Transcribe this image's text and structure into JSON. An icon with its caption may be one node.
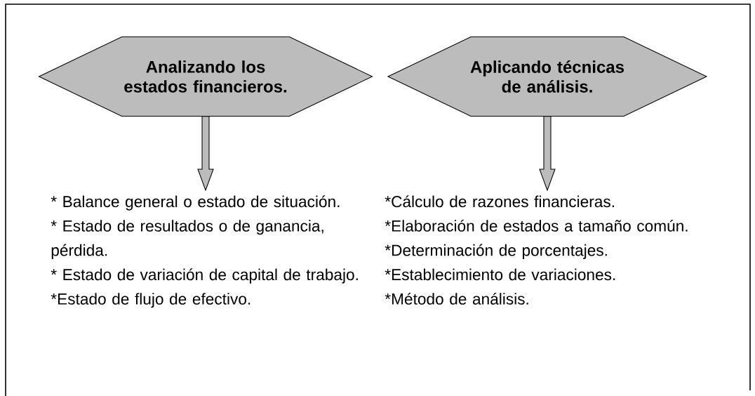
{
  "diagram": {
    "nodes": [
      {
        "text": [
          "Analizando los estados financieros."
        ]
      },
      {
        "text": [
          "Aplicando técnicas de análisis."
        ]
      },
      {
        "text": [
          "* Balance general o estado de situación.",
          "* Estado de resultados o de ganancia, pérdida.",
          "* Estado de variación de capital de trabajo.",
          "*Estado de flujo de efectivo."
        ]
      },
      {
        "text": [
          "*Cálculo de razones financieras.",
          "*Elaboración de estados a tamaño común.",
          "*Determinación de porcentajes.",
          "*Establecimiento de variaciones.",
          "*Método de análisis."
        ]
      }
    ],
    "edges": [
      {
        "from": 0,
        "to": 2,
        "arrow": "to"
      },
      {
        "from": 1,
        "to": 3,
        "arrow": "to"
      }
    ]
  }
}
